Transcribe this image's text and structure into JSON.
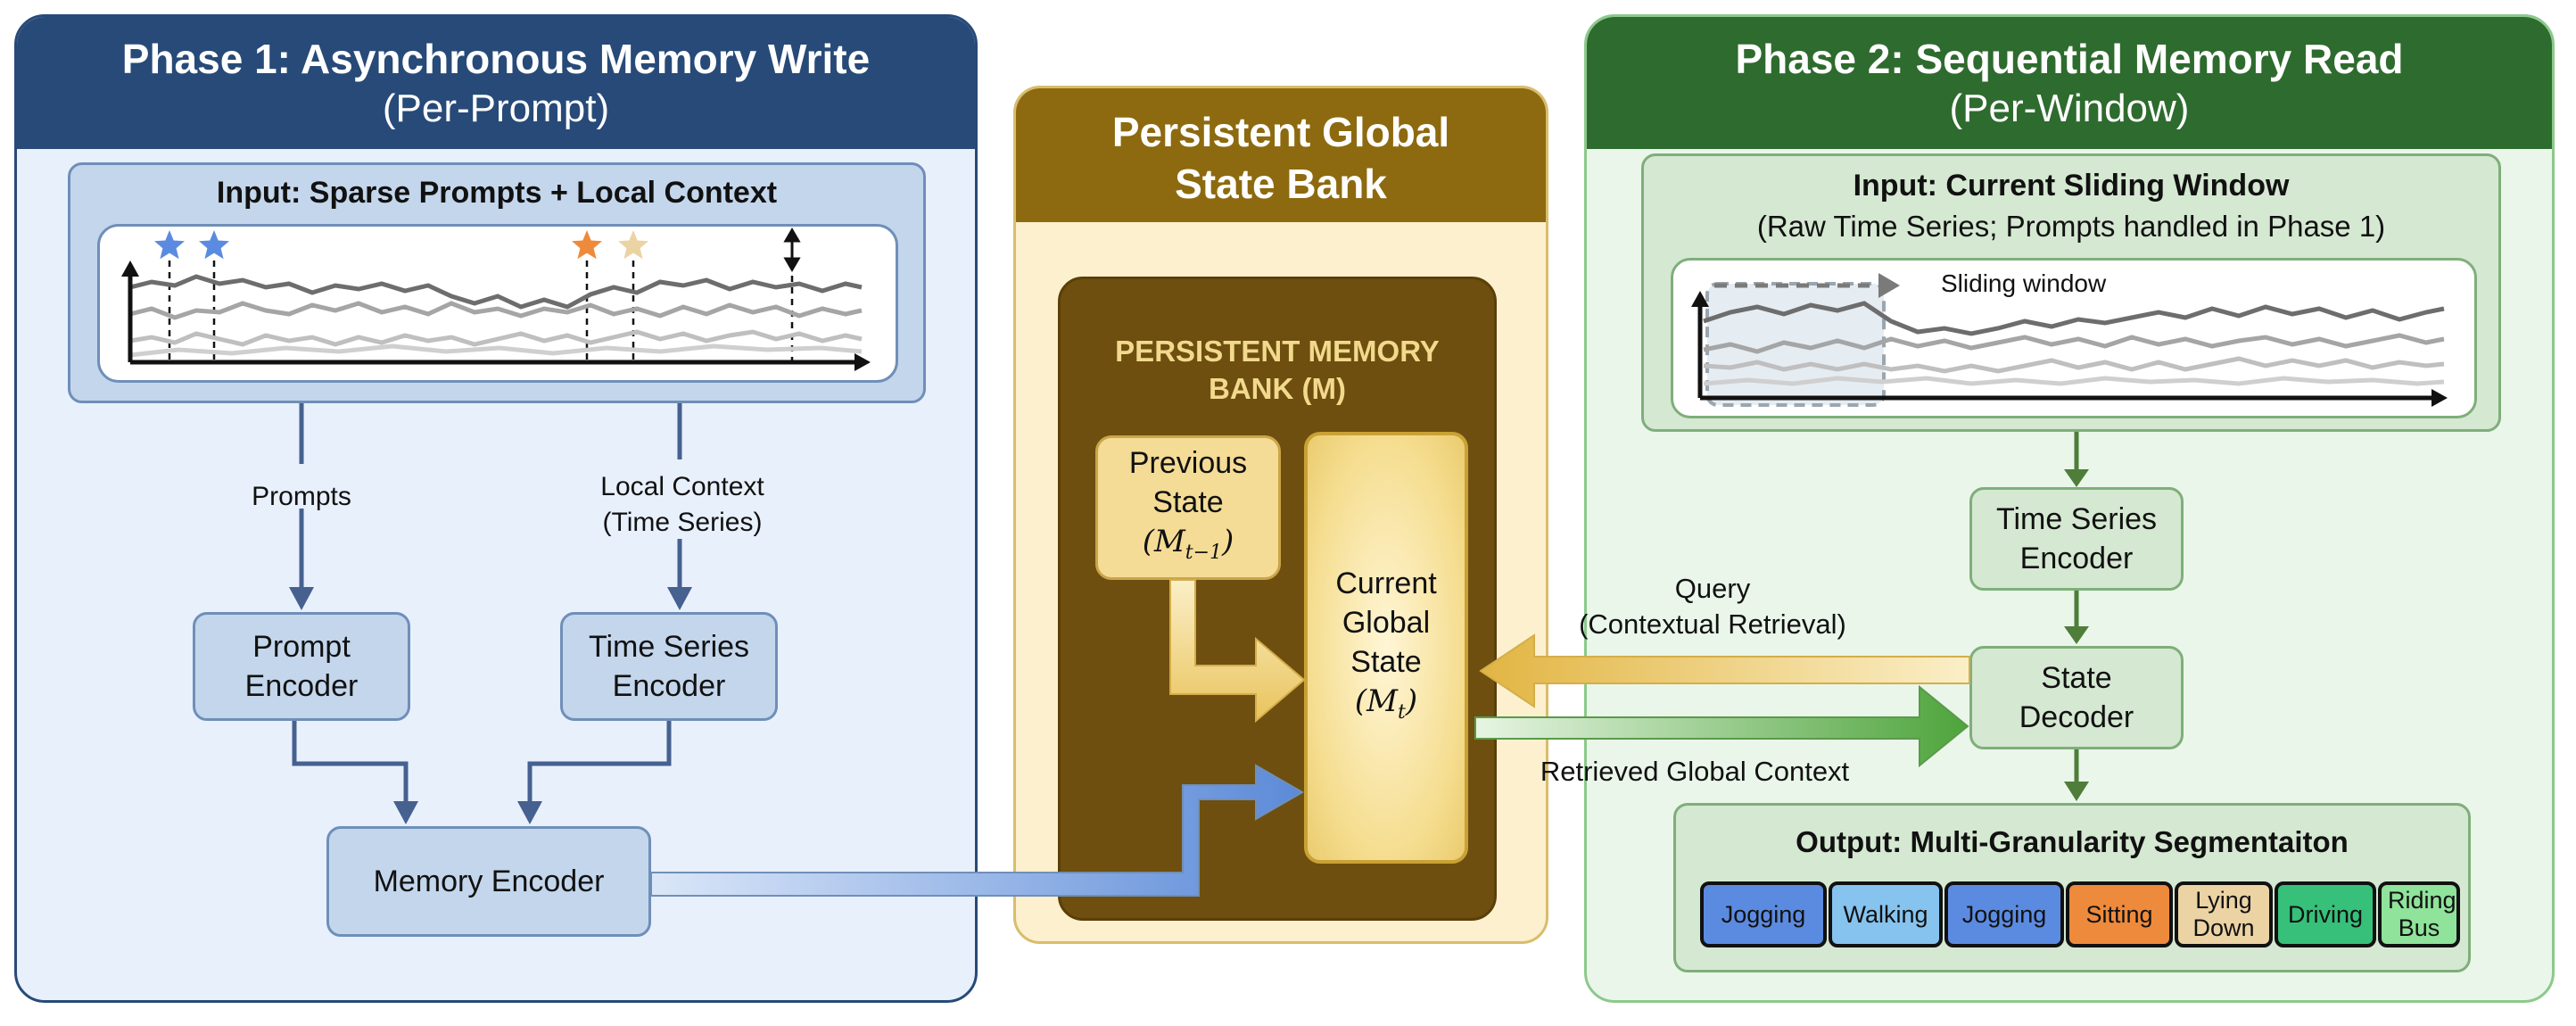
{
  "phase1": {
    "title": "Phase 1: Asynchronous Memory Write",
    "subtitle": "(Per-Prompt)",
    "input_title": "Input: Sparse Prompts + Local Context",
    "prompts_label": "Prompts",
    "local_context_label_1": "Local Context",
    "local_context_label_2": "(Time Series)",
    "prompt_encoder_1": "Prompt",
    "prompt_encoder_2": "Encoder",
    "ts_encoder_1": "Time Series",
    "ts_encoder_2": "Encoder",
    "memory_encoder": "Memory Encoder"
  },
  "bank": {
    "title_1": "Persistent Global",
    "title_2": "State Bank",
    "inner_title_1": "PERSISTENT MEMORY",
    "inner_title_2": "BANK (M)",
    "previous_1": "Previous",
    "previous_2": "State",
    "previous_3": "(M",
    "previous_sub": "t−1",
    "previous_close": ")",
    "current_1": "Current",
    "current_2": "Global",
    "current_3": "State",
    "current_4": "(M",
    "current_sub": "t",
    "current_close": ")"
  },
  "phase2": {
    "title": "Phase 2: Sequential Memory Read",
    "subtitle": "(Per-Window)",
    "input_title": "Input: Current Sliding Window",
    "input_subtitle": "(Raw Time Series; Prompts handled in Phase 1)",
    "sliding_label": "Sliding window",
    "ts_encoder_1": "Time Series",
    "ts_encoder_2": "Encoder",
    "state_decoder_1": "State",
    "state_decoder_2": "Decoder",
    "query_1": "Query",
    "query_2": "(Contextual Retrieval)",
    "retrieved": "Retrieved Global Context",
    "output_title": "Output: Multi-Granularity Segmentaiton",
    "segments": [
      {
        "label": "Jogging",
        "color": "#5b8be0"
      },
      {
        "label": "Walking",
        "color": "#86c3ef"
      },
      {
        "label": "Jogging",
        "color": "#5b8be0"
      },
      {
        "label": "Sitting",
        "color": "#ee8a3c"
      },
      {
        "label": "Lying Down",
        "color": "#ecd3a4"
      },
      {
        "label": "Driving",
        "color": "#36c07a"
      },
      {
        "label": "Riding Bus",
        "color": "#8fe39a"
      }
    ]
  },
  "colors": {
    "phase1_header": "#274a78",
    "phase1_bg": "#e8f0fc",
    "phase2_header": "#2e6b2e",
    "phase2_bg": "#eaf6ea",
    "bank_header": "#8d6a0f",
    "bank_bg": "#fcf0cf",
    "bank_inner": "#6e4f0f",
    "blue_box": "#c3d6ec",
    "green_box": "#d5e8d2",
    "gold_box": "#f4dc96"
  }
}
